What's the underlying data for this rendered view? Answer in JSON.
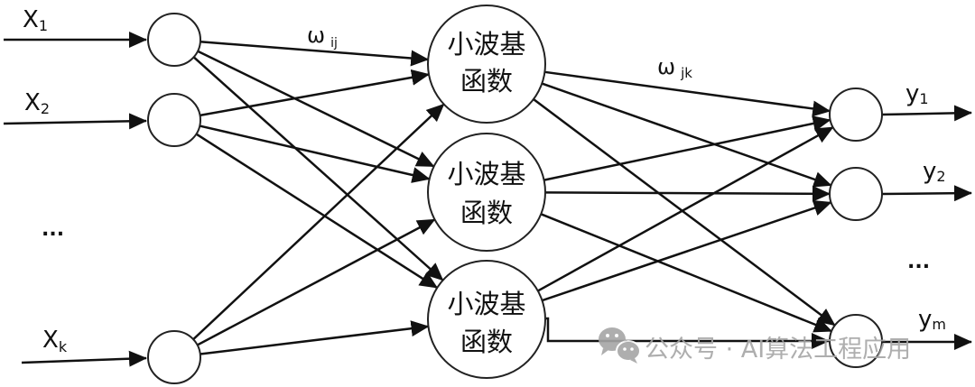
{
  "diagram": {
    "title": "wavelet neural network",
    "input_layer": {
      "labels": [
        {
          "base": "X",
          "sub": "1"
        },
        {
          "base": "X",
          "sub": "2"
        },
        {
          "base": "X",
          "sub": "k"
        }
      ],
      "ellipsis": "..."
    },
    "hidden_layer": {
      "nodes": [
        {
          "line1": "小波基",
          "line2": "函数"
        },
        {
          "line1": "小波基",
          "line2": "函数"
        },
        {
          "line1": "小波基",
          "line2": "函数"
        }
      ]
    },
    "output_layer": {
      "labels": [
        {
          "base": "y",
          "sub": "1"
        },
        {
          "base": "y",
          "sub": "2"
        },
        {
          "base": "y",
          "sub": "m"
        }
      ],
      "ellipsis": "..."
    },
    "weights": {
      "input_hidden": {
        "base": "ω",
        "sub": "ij"
      },
      "hidden_output": {
        "base": "ω",
        "sub": "jk"
      }
    },
    "colors": {
      "line": "#111111",
      "node_fill": "#ffffff",
      "watermark": "#a6a6a6"
    }
  },
  "watermark": {
    "icon": "wechat-icon",
    "text": "公众号 · AI算法工程应用"
  }
}
